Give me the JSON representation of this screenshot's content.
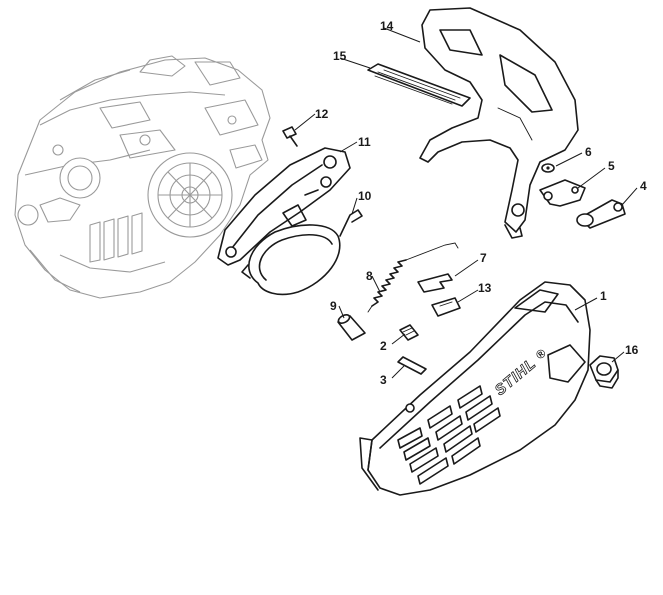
{
  "diagram": {
    "brand_label": "STIHL",
    "callouts": [
      {
        "id": "1",
        "label": "1"
      },
      {
        "id": "2",
        "label": "2"
      },
      {
        "id": "3",
        "label": "3"
      },
      {
        "id": "4",
        "label": "4"
      },
      {
        "id": "5",
        "label": "5"
      },
      {
        "id": "6",
        "label": "6"
      },
      {
        "id": "7",
        "label": "7"
      },
      {
        "id": "8",
        "label": "8"
      },
      {
        "id": "9",
        "label": "9"
      },
      {
        "id": "10",
        "label": "10"
      },
      {
        "id": "11",
        "label": "11"
      },
      {
        "id": "12",
        "label": "12"
      },
      {
        "id": "13",
        "label": "13"
      },
      {
        "id": "14",
        "label": "14"
      },
      {
        "id": "15",
        "label": "15"
      },
      {
        "id": "16",
        "label": "16"
      }
    ]
  }
}
